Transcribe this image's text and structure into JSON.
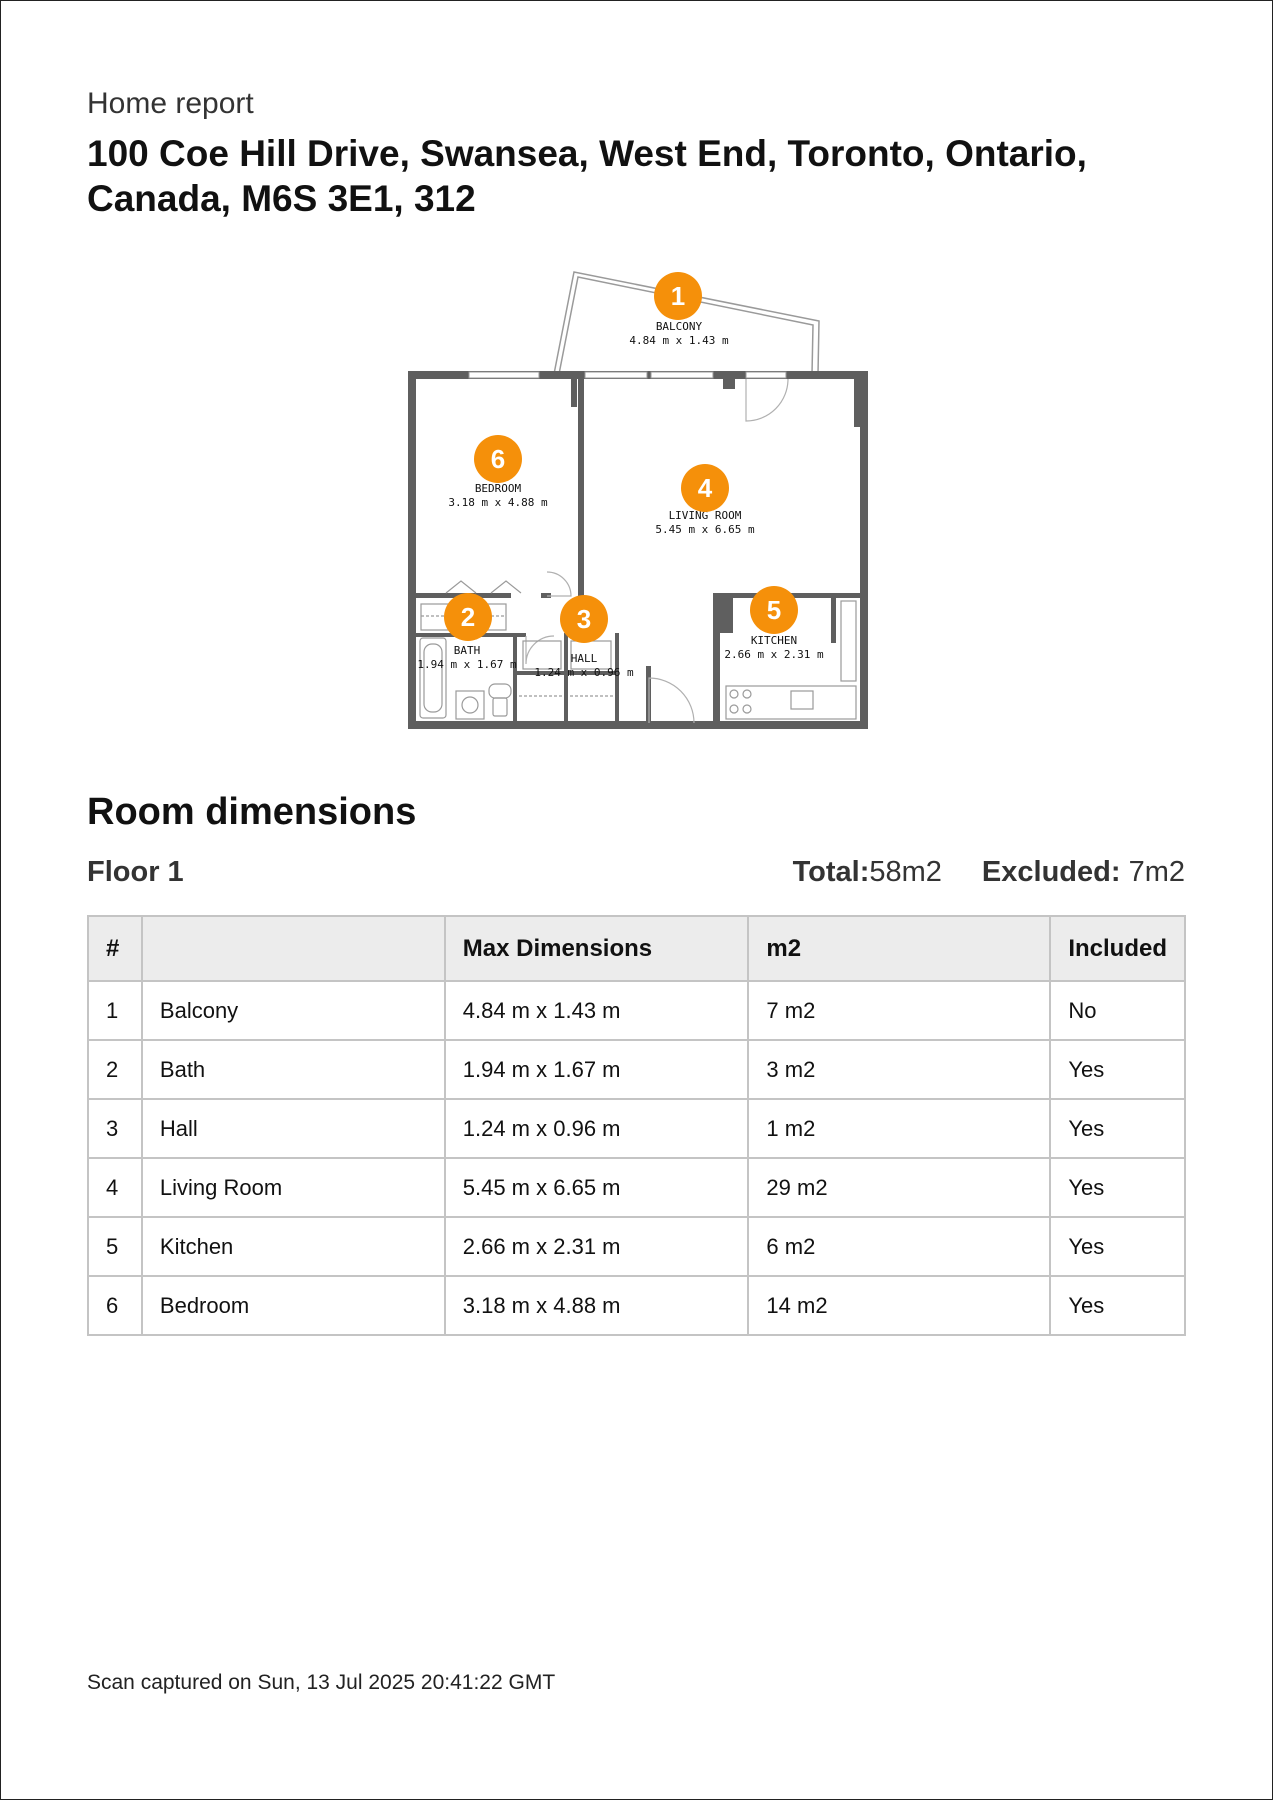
{
  "header": {
    "subtitle": "Home report",
    "address": "100 Coe Hill Drive, Swansea, West End, Toronto, Ontario, Canada, M6S 3E1, 312"
  },
  "floorplan": {
    "rooms": [
      {
        "num": "1",
        "label": "BALCONY",
        "dims": "4.84 m x 1.43 m"
      },
      {
        "num": "2",
        "label": "BATH",
        "dims": "1.94 m x 1.67 m"
      },
      {
        "num": "3",
        "label": "HALL",
        "dims": "1.24 m x 0.96 m"
      },
      {
        "num": "4",
        "label": "LIVING ROOM",
        "dims": "5.45 m x 6.65 m"
      },
      {
        "num": "5",
        "label": "KITCHEN",
        "dims": "2.66 m x 2.31 m"
      },
      {
        "num": "6",
        "label": "BEDROOM",
        "dims": "3.18 m x 4.88 m"
      }
    ],
    "badge_color": "#F5900A",
    "wall_color": "#5f5f5f"
  },
  "dimensions": {
    "title": "Room dimensions",
    "floor": "Floor 1",
    "total_label": "Total:",
    "total_value": "58m2",
    "excluded_label": "Excluded:",
    "excluded_value": "7m2",
    "columns": [
      "#",
      "",
      "Max Dimensions",
      "m2",
      "Included"
    ],
    "rows": [
      [
        "1",
        "Balcony",
        "4.84 m x 1.43 m",
        "7 m2",
        "No"
      ],
      [
        "2",
        "Bath",
        "1.94 m x 1.67 m",
        "3 m2",
        "Yes"
      ],
      [
        "3",
        "Hall",
        "1.24 m x 0.96 m",
        "1 m2",
        "Yes"
      ],
      [
        "4",
        "Living Room",
        "5.45 m x 6.65 m",
        "29 m2",
        "Yes"
      ],
      [
        "5",
        "Kitchen",
        "2.66 m x 2.31 m",
        "6 m2",
        "Yes"
      ],
      [
        "6",
        "Bedroom",
        "3.18 m x 4.88 m",
        "14 m2",
        "Yes"
      ]
    ]
  },
  "footer": {
    "capture_text": "Scan captured on Sun, 13 Jul 2025 20:41:22 GMT"
  }
}
